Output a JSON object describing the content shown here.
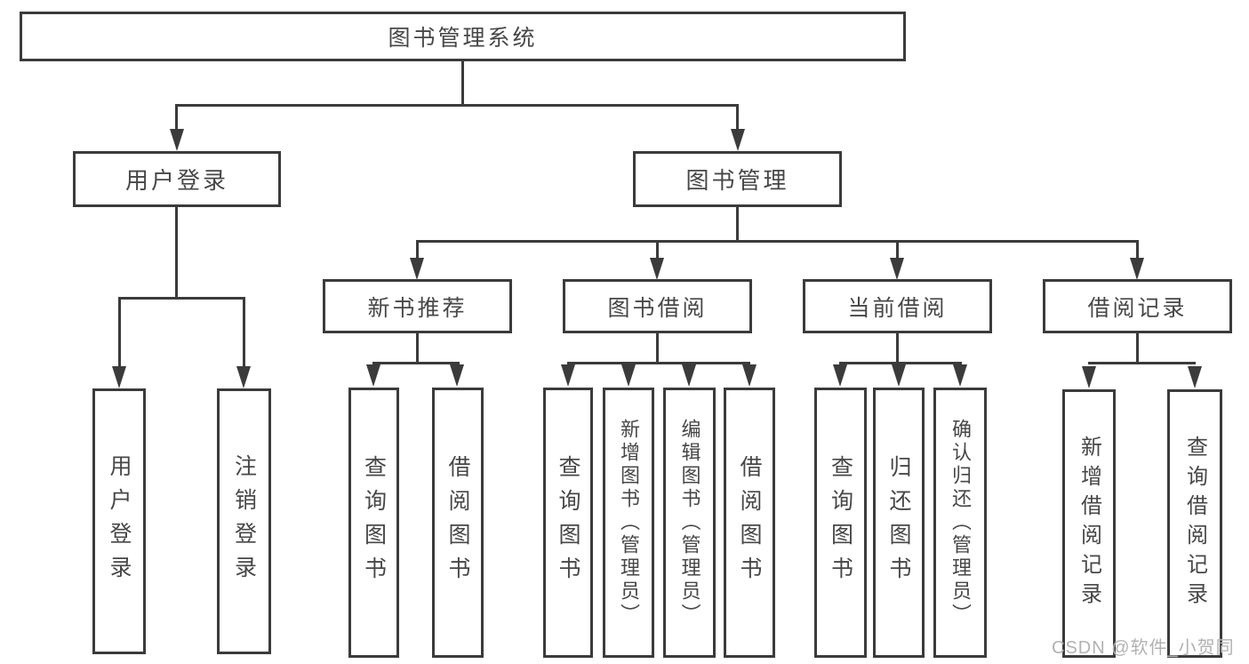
{
  "diagram": {
    "root": {
      "label": "图书管理系统"
    },
    "branches": [
      {
        "label": "用户登录",
        "children": [
          {
            "label": "用户登录"
          },
          {
            "label": "注销登录"
          }
        ]
      },
      {
        "label": "图书管理",
        "children": [
          {
            "label": "新书推荐",
            "children": [
              {
                "label": "查询图书"
              },
              {
                "label": "借阅图书"
              }
            ]
          },
          {
            "label": "图书借阅",
            "children": [
              {
                "label": "查询图书"
              },
              {
                "label": "新增图书（管理员）"
              },
              {
                "label": "编辑图书（管理员）"
              },
              {
                "label": "借阅图书"
              }
            ]
          },
          {
            "label": "当前借阅",
            "children": [
              {
                "label": "查询图书"
              },
              {
                "label": "归还图书"
              },
              {
                "label": "确认归还（管理员）"
              }
            ]
          },
          {
            "label": "借阅记录",
            "children": [
              {
                "label": "新增借阅记录"
              },
              {
                "label": "查询借阅记录"
              }
            ]
          }
        ]
      }
    ]
  },
  "watermark": {
    "text": "CSDN @软件_小贺同学"
  },
  "colors": {
    "line": "#3b3b3b",
    "text": "#474747",
    "watermark": "#b2b2b2",
    "background": "#ffffff"
  }
}
